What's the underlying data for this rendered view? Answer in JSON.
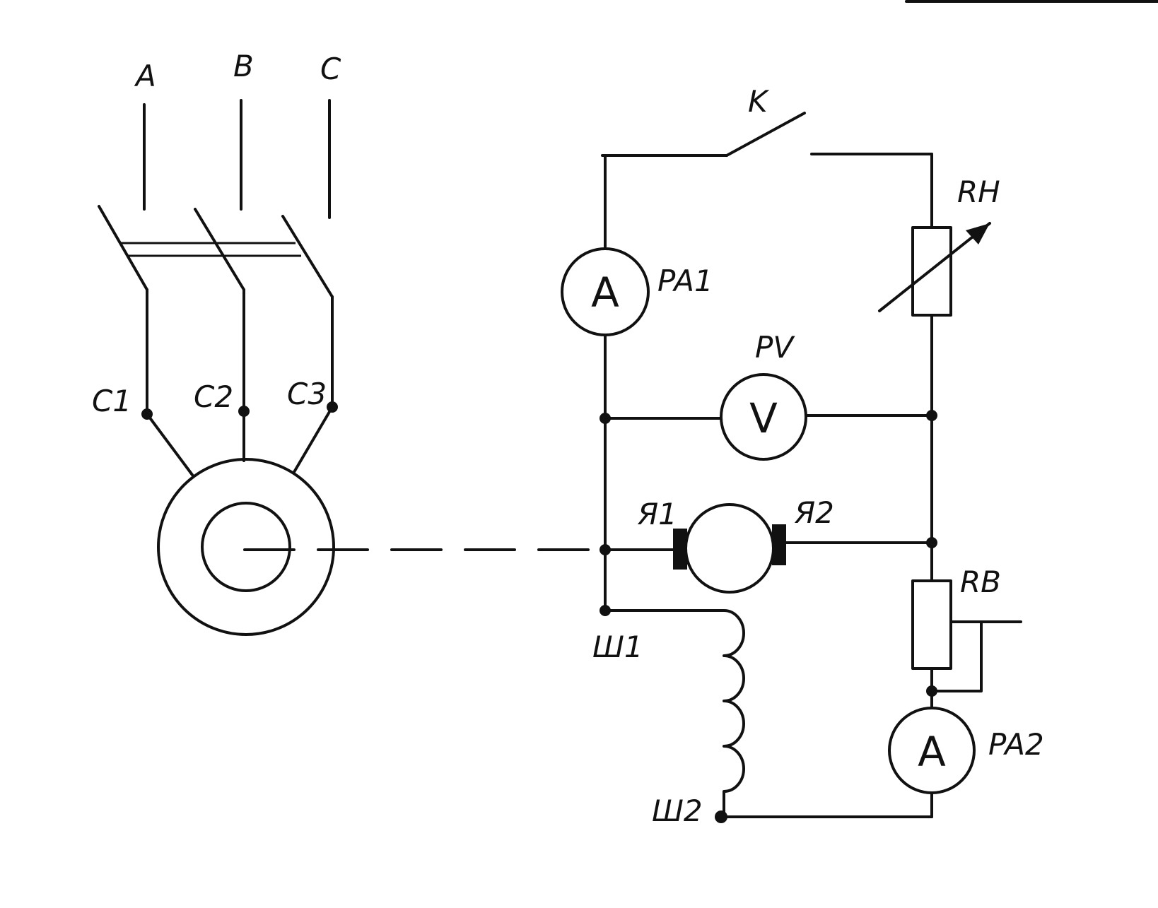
{
  "phases": [
    "A",
    "B",
    "C"
  ],
  "stator_terminals": [
    "C1",
    "C2",
    "C3"
  ],
  "switch_label": "K",
  "load_resistor": "RH",
  "field_resistor": "RB",
  "ammeter1": {
    "symbol": "A",
    "label": "PA1"
  },
  "voltmeter": {
    "symbol": "V",
    "label": "PV"
  },
  "ammeter2": {
    "symbol": "A",
    "label": "PA2"
  },
  "armature_terminals": [
    "Я1",
    "Я2"
  ],
  "field_terminals": [
    "Ш1",
    "Ш2"
  ]
}
